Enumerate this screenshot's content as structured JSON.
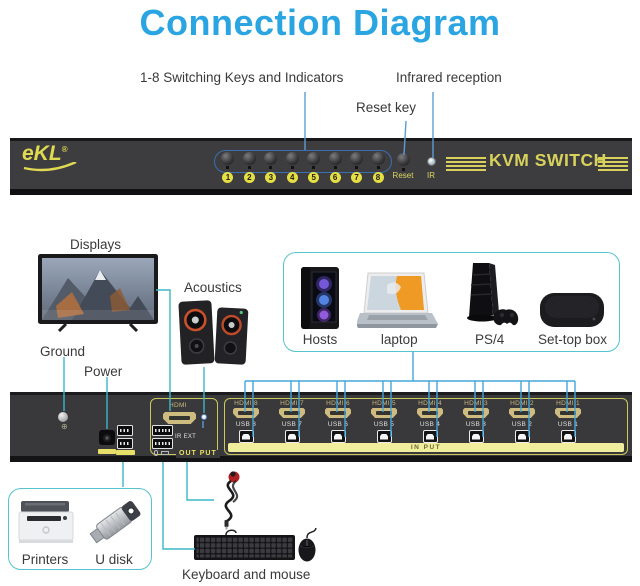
{
  "title": "Connection Diagram",
  "colors": {
    "title_blue": "#2aa5e2",
    "pointer_line_blue": "#5d9bd3",
    "connection_teal": "#3db7c8",
    "bus_line_blue": "#45a5da",
    "panel_dark": "#3b3b3d",
    "accent_yellow": "#ddd75f",
    "group_box_teal": "#57c3cc"
  },
  "callouts": {
    "switching_keys": "1-8 Switching Keys and Indicators",
    "infrared": "Infrared reception",
    "reset": "Reset key"
  },
  "front_panel": {
    "brand": "eKL",
    "reg_mark": "®",
    "keys": [
      "1",
      "2",
      "3",
      "4",
      "5",
      "6",
      "7",
      "8"
    ],
    "reset_label": "Reset",
    "ir_label": "IR",
    "product_name": "KVM SWITCH"
  },
  "middle": {
    "displays_label": "Displays",
    "acoustics_label": "Acoustics",
    "ground_label": "Ground",
    "power_label": "Power",
    "hosts_labels": [
      "Hosts",
      "laptop",
      "PS/4",
      "Set-top box"
    ]
  },
  "rear_panel": {
    "output": {
      "hdmi_label": "HDMI",
      "ir_ext_label": "IR EXT",
      "section_label": "OUT PUT"
    },
    "input": {
      "section_label": "IN PUT",
      "ports": [
        {
          "hdmi": "HDMI 8",
          "usb": "USB 8"
        },
        {
          "hdmi": "HDMI 7",
          "usb": "USB 7"
        },
        {
          "hdmi": "HDMI 6",
          "usb": "USB 6"
        },
        {
          "hdmi": "HDMI 5",
          "usb": "USB 5"
        },
        {
          "hdmi": "HDMI 4",
          "usb": "USB 4"
        },
        {
          "hdmi": "HDMI 3",
          "usb": "USB 3"
        },
        {
          "hdmi": "HDMI 2",
          "usb": "USB 2"
        },
        {
          "hdmi": "HDMI 1",
          "usb": "USB 1"
        }
      ]
    }
  },
  "bottom": {
    "printers_label": "Printers",
    "udisk_label": "U disk",
    "keyboard_mouse_label": "Keyboard and mouse"
  }
}
